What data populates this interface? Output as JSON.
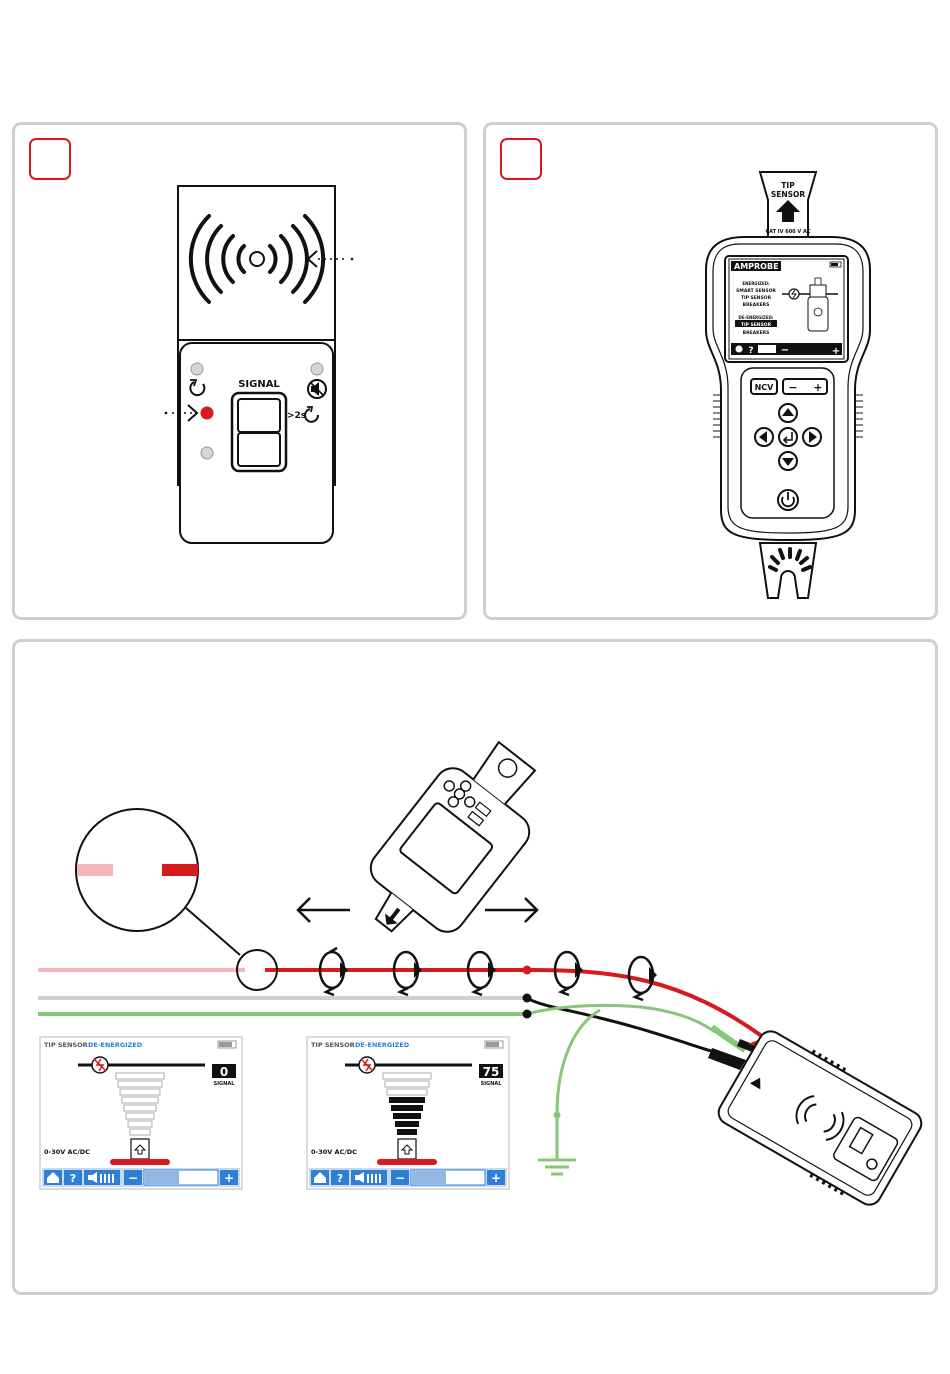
{
  "colors": {
    "accent": "#d71920",
    "live_wire": "#d71920",
    "faded_wire": "#f4b8bc",
    "neutral_wire": "#cfcfcf",
    "ground_wire": "#86c77a",
    "screen_blue": "#2f7fd6"
  },
  "panel1": {
    "signal_label": "SIGNAL",
    "hold_label": ">2s"
  },
  "panel2": {
    "tip_label_1": "TIP",
    "tip_label_2": "SENSOR",
    "cat_rating": "CAT IV 600 V AC",
    "brand": "AMPROBE",
    "menu_energized": "ENERGIZED:",
    "menu_smart_sensor": "SMART SENSOR",
    "menu_tip_sensor": "TIP SENSOR",
    "menu_breakers": "BREAKERS",
    "menu_deenergized": "DE-ENERGIZED:",
    "menu_tip_sensor_selected": "TIP SENSOR",
    "menu_breakers_2": "BREAKERS",
    "ncv_label": "NCV",
    "minus": "−",
    "plus": "+",
    "help": "?"
  },
  "screens": [
    {
      "mode": "TIP SENSOR",
      "state": "DE-ENERGIZED",
      "signal": "0",
      "signal_label": "SIGNAL",
      "range": "0-30V AC/DC",
      "help": "?",
      "minus": "−",
      "plus": "+"
    },
    {
      "mode": "TIP SENSOR",
      "state": "DE-ENERGIZED",
      "signal": "75",
      "signal_label": "SIGNAL",
      "range": "0-30V AC/DC",
      "help": "?",
      "minus": "−",
      "plus": "+"
    }
  ]
}
